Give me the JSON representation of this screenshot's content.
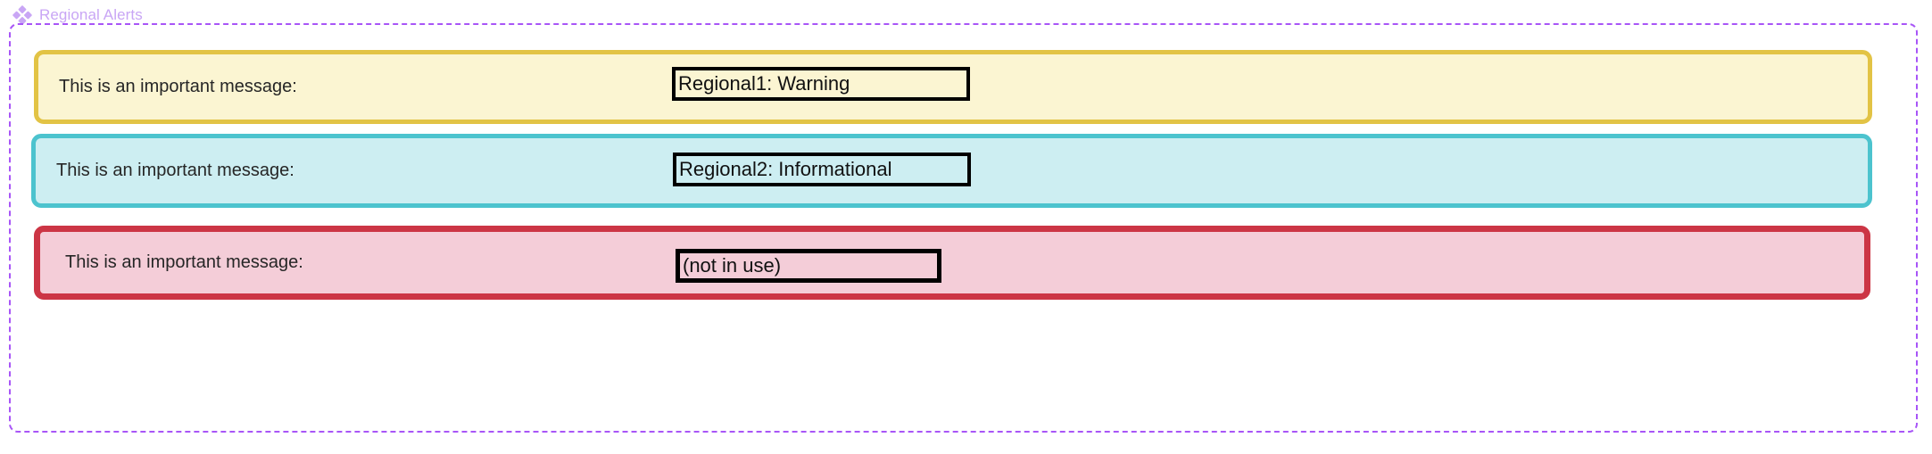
{
  "header": {
    "icon": "four-diamond-cluster-icon",
    "title": "Regional Alerts",
    "title_color": "#c9a6f5",
    "border_color": "#a855f7"
  },
  "alerts": [
    {
      "id": "regional1",
      "message": "This is an important message:",
      "tag_label": "Regional1: Warning",
      "severity": "warning",
      "border_color": "#e2c345",
      "background_color": "#fbf5d2",
      "tag_border_color": "#000000"
    },
    {
      "id": "regional2",
      "message": "This is an important message:",
      "tag_label": "Regional2: Informational",
      "severity": "informational",
      "border_color": "#4cc3ce",
      "background_color": "#cdeef2",
      "tag_border_color": "#000000"
    },
    {
      "id": "regional3",
      "message": "This is an important message:",
      "tag_label": "(not in use)",
      "severity": "danger",
      "border_color": "#cc3545",
      "background_color": "#f4cdd8",
      "tag_border_color": "#000000"
    }
  ]
}
